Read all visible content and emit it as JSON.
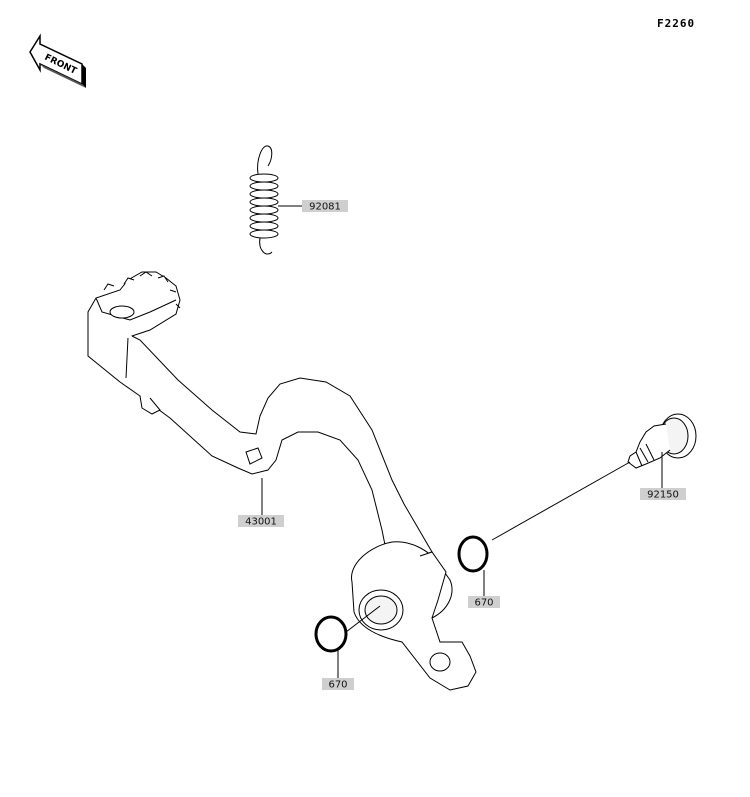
{
  "diagram": {
    "reference_code": "F2260",
    "front_label": "FRONT",
    "parts": [
      {
        "id": "spring",
        "number": "92081"
      },
      {
        "id": "pedal",
        "number": "43001"
      },
      {
        "id": "pivot-bolt",
        "number": "92150"
      },
      {
        "id": "oring-right",
        "number": "670"
      },
      {
        "id": "oring-left",
        "number": "670"
      }
    ]
  }
}
